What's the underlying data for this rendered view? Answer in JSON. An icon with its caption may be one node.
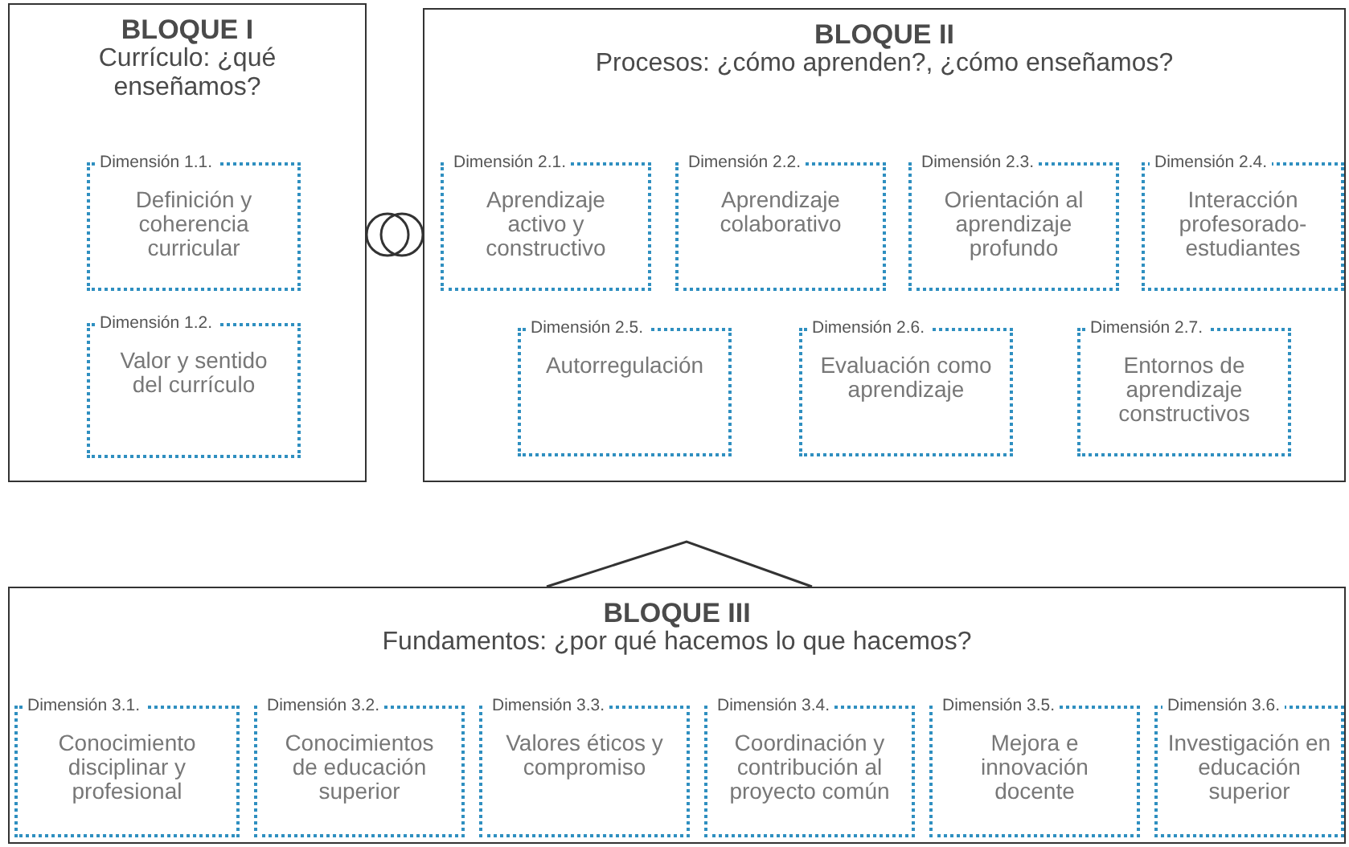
{
  "diagram": {
    "nodes": [
      {
        "text": [
          "BLOQUE I",
          "Currículo: ¿qué enseñamos?"
        ]
      },
      {
        "text": [
          "Dimensión 1.1.",
          "Definición y coherencia curricular"
        ],
        "in": 0
      },
      {
        "text": [
          "Dimensión 1.2.",
          "Valor y sentido del currículo"
        ],
        "in": 0
      },
      {
        "text": [
          "BLOQUE II",
          "Procesos: ¿cómo aprenden?, ¿cómo enseñamos?"
        ]
      },
      {
        "text": [
          "Dimensión 2.1.",
          "Aprendizaje activo y constructivo"
        ],
        "in": 3
      },
      {
        "text": [
          "Dimensión 2.2.",
          "Aprendizaje colaborativo"
        ],
        "in": 3
      },
      {
        "text": [
          "Dimensión 2.3.",
          "Orientación al aprendizaje profundo"
        ],
        "in": 3
      },
      {
        "text": [
          "Dimensión 2.4.",
          "Interacción profesorado-estudiantes"
        ],
        "in": 3
      },
      {
        "text": [
          "Dimensión 2.5.",
          "Autorregulación"
        ],
        "in": 3
      },
      {
        "text": [
          "Dimensión 2.6.",
          "Evaluación como aprendizaje"
        ],
        "in": 3
      },
      {
        "text": [
          "Dimensión 2.7.",
          "Entornos de aprendizaje constructivos"
        ],
        "in": 3
      },
      {
        "text": [
          "BLOQUE III",
          "Fundamentos: ¿por qué hacemos lo que hacemos?"
        ]
      },
      {
        "text": [
          "Dimensión 3.1.",
          "Conocimiento disciplinar y profesional"
        ],
        "in": 11
      },
      {
        "text": [
          "Dimensión 3.2.",
          "Conocimientos de educación superior"
        ],
        "in": 11
      },
      {
        "text": [
          "Dimensión 3.3.",
          "Valores éticos y compromiso"
        ],
        "in": 11
      },
      {
        "text": [
          "Dimensión 3.4.",
          "Coordinación y contribución al proyecto común"
        ],
        "in": 11
      },
      {
        "text": [
          "Dimensión 3.5.",
          "Mejora e innovación docente"
        ],
        "in": 11
      },
      {
        "text": [
          "Dimensión 3.6.",
          "Investigación en educación superior"
        ],
        "in": 11
      }
    ],
    "edges": [
      {
        "from": 0,
        "to": 3,
        "arrow": "other"
      }
    ]
  }
}
